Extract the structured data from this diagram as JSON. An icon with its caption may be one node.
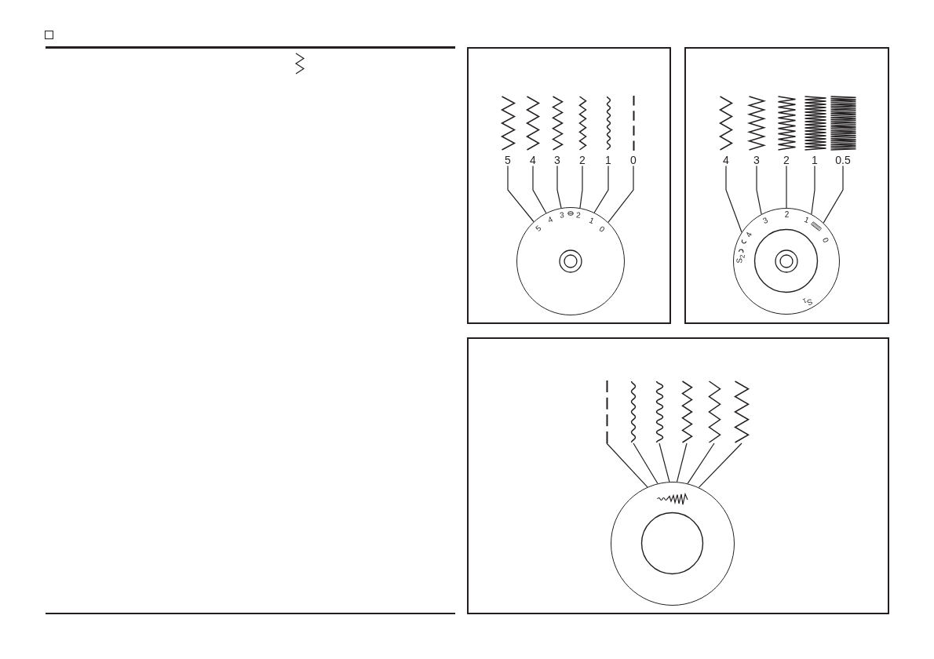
{
  "diagram": {
    "nodes": [
      {
        "text": [],
        "shape": "box"
      },
      {
        "text": [
          "5"
        ],
        "in": 0
      },
      {
        "text": [
          "4"
        ],
        "in": 0
      },
      {
        "text": [
          "3"
        ],
        "in": 0
      },
      {
        "text": [
          "2"
        ],
        "in": 0
      },
      {
        "text": [
          "1"
        ],
        "in": 0
      },
      {
        "text": [
          "0"
        ],
        "in": 0
      },
      {
        "text": [
          "5",
          "4",
          "3",
          "2",
          "1",
          "0"
        ],
        "in": 0
      },
      {
        "text": [],
        "shape": "box"
      },
      {
        "text": [
          "4"
        ],
        "in": 8
      },
      {
        "text": [
          "3"
        ],
        "in": 8
      },
      {
        "text": [
          "2"
        ],
        "in": 8
      },
      {
        "text": [
          "1"
        ],
        "in": 8
      },
      {
        "text": [
          "0.5"
        ],
        "in": 8
      },
      {
        "text": [
          "S$_{2}$",
          "4",
          "3",
          "2",
          "1",
          "0",
          "S$_{1}$"
        ],
        "in": 8
      },
      {
        "text": [],
        "shape": "box"
      },
      {
        "text": [],
        "shape": "picture",
        "in": 15
      },
      {
        "text": [],
        "shape": "picture",
        "in": 15
      },
      {
        "text": [],
        "shape": "picture",
        "in": 15
      },
      {
        "text": [],
        "shape": "picture",
        "in": 15
      },
      {
        "text": [],
        "shape": "picture",
        "in": 15
      },
      {
        "text": [],
        "shape": "picture",
        "in": 15
      },
      {
        "text": [],
        "shape": "circle",
        "in": 15
      }
    ],
    "edges": [
      {
        "from": 1,
        "to": 7,
        "arrow": "none"
      },
      {
        "from": 2,
        "to": 7,
        "arrow": "none"
      },
      {
        "from": 3,
        "to": 7,
        "arrow": "none"
      },
      {
        "from": 4,
        "to": 7,
        "arrow": "none"
      },
      {
        "from": 5,
        "to": 7,
        "arrow": "none"
      },
      {
        "from": 6,
        "to": 7,
        "arrow": "none"
      },
      {
        "from": 9,
        "to": 14,
        "arrow": "none"
      },
      {
        "from": 10,
        "to": 14,
        "arrow": "none"
      },
      {
        "from": 11,
        "to": 14,
        "arrow": "none"
      },
      {
        "from": 12,
        "to": 14,
        "arrow": "none"
      },
      {
        "from": 13,
        "to": 14,
        "arrow": "none"
      },
      {
        "from": 16,
        "to": 22,
        "arrow": "none"
      },
      {
        "from": 17,
        "to": 22,
        "arrow": "none"
      },
      {
        "from": 18,
        "to": 22,
        "arrow": "none"
      },
      {
        "from": 19,
        "to": 22,
        "arrow": "none"
      },
      {
        "from": 20,
        "to": 22,
        "arrow": "none"
      },
      {
        "from": 21,
        "to": 22,
        "arrow": "none"
      }
    ]
  }
}
